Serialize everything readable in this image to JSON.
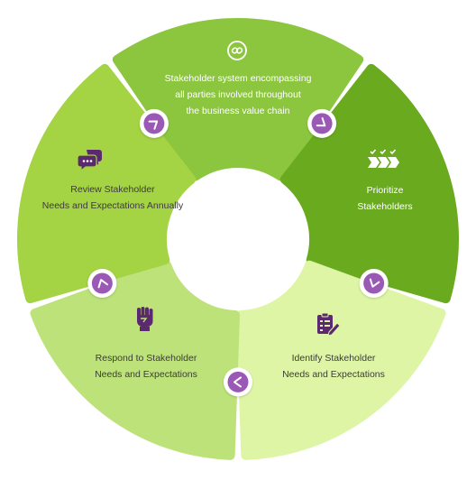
{
  "segments": [
    {
      "id": "top",
      "text_lines": [
        "Stakeholder system encompassing",
        "all parties involved throughout",
        "the business value chain"
      ],
      "color": "#8cc63f",
      "text_color": "#ffffff",
      "icon": "chain-link-icon"
    },
    {
      "id": "right",
      "text_lines": [
        "Prioritize",
        "Stakeholders"
      ],
      "color": "#6aaa1f",
      "text_color": "#ffffff",
      "icon": "checked-arrows-icon"
    },
    {
      "id": "bottom-right",
      "text_lines": [
        "Identify Stakeholder",
        "Needs and Expectations"
      ],
      "color": "#dff5a6",
      "text_color": "#3b3b3b",
      "icon": "clipboard-pen-icon"
    },
    {
      "id": "bottom-left",
      "text_lines": [
        "Respond to Stakeholder",
        "Needs and Expectations"
      ],
      "color": "#bde27a",
      "text_color": "#3b3b3b",
      "icon": "raised-fist-icon"
    },
    {
      "id": "left",
      "text_lines": [
        "Review Stakeholder",
        "Needs and Expectations Annually"
      ],
      "color": "#a4d343",
      "text_color": "#3b3b3b",
      "icon": "chat-bubbles-icon"
    }
  ],
  "colors": {
    "accent": "#9b59b6",
    "accent_dark": "#5b2a6e",
    "gap_shadow": "#e8e8e8"
  }
}
